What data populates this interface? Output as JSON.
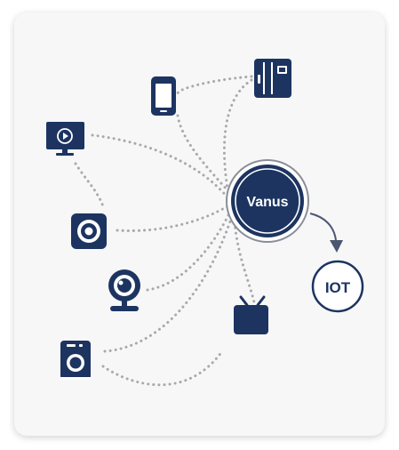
{
  "colors": {
    "navy": "#1d3461",
    "dots": "#a9a9ab",
    "card_bg": "#f7f7f8",
    "ring": "#8a8e96",
    "arrow": "#4b5770"
  },
  "hub": {
    "label": "Vanus"
  },
  "target": {
    "label": "IOT"
  },
  "devices": [
    {
      "name": "smartphone",
      "icon": "smartphone-icon"
    },
    {
      "name": "refrigerator",
      "icon": "refrigerator-icon"
    },
    {
      "name": "smart-tv",
      "icon": "monitor-play-icon"
    },
    {
      "name": "speaker",
      "icon": "speaker-icon"
    },
    {
      "name": "webcam",
      "icon": "webcam-icon"
    },
    {
      "name": "television",
      "icon": "tv-icon"
    },
    {
      "name": "washing-machine",
      "icon": "washing-machine-icon"
    }
  ]
}
